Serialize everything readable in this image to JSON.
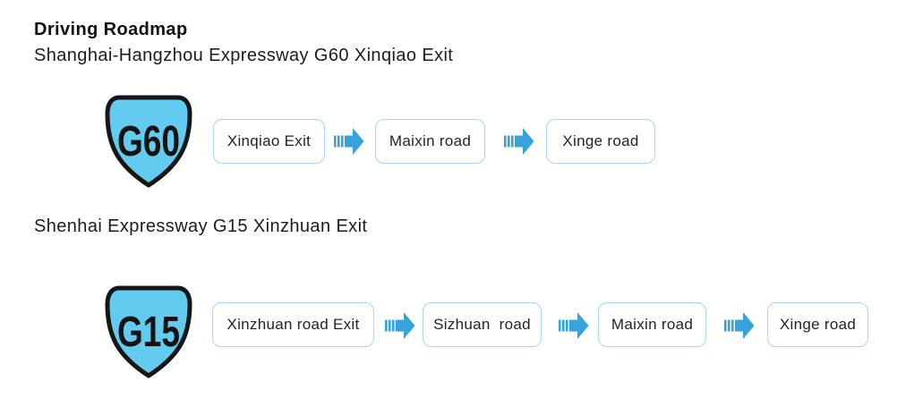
{
  "page": {
    "title": "Driving Roadmap"
  },
  "colors": {
    "arrow_blue": "#36a3dc",
    "badge_fill": "#63cbef",
    "badge_border": "#161616",
    "box_border": "#a9d7ee",
    "text": "#1c1c1c"
  },
  "sections": [
    {
      "heading": "Shanghai-Hangzhou Expressway G60 Xinqiao Exit",
      "badge": "G60",
      "steps": [
        "Xinqiao Exit",
        "Maixin road",
        "Xinge road"
      ]
    },
    {
      "heading": "Shenhai Expressway G15 Xinzhuan Exit",
      "badge": "G15",
      "steps": [
        "Xinzhuan road Exit",
        "Sizhuan  road",
        "Maixin road",
        "Xinge road"
      ]
    }
  ],
  "icons": {
    "arrow": "striped-block-arrow-right-icon",
    "badge": "china-expressway-shield-icon"
  }
}
